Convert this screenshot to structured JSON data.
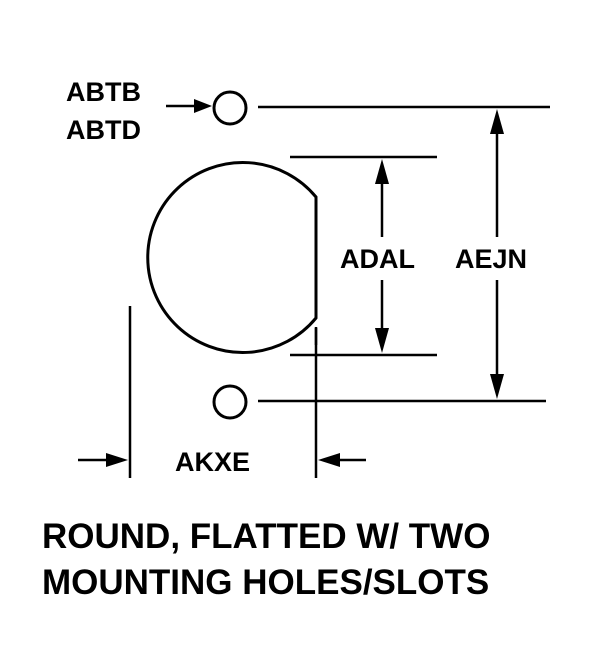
{
  "labels": {
    "hole_dia_1": "ABTB",
    "hole_dia_2": "ABTD",
    "flat_width": "ADAL",
    "hole_spacing": "AEJN",
    "offset": "AKXE"
  },
  "title": {
    "line1": "ROUND, FLATTED W/ TWO",
    "line2": "MOUNTING HOLES/SLOTS"
  },
  "colors": {
    "ink": "#000000",
    "background": "#ffffff"
  }
}
